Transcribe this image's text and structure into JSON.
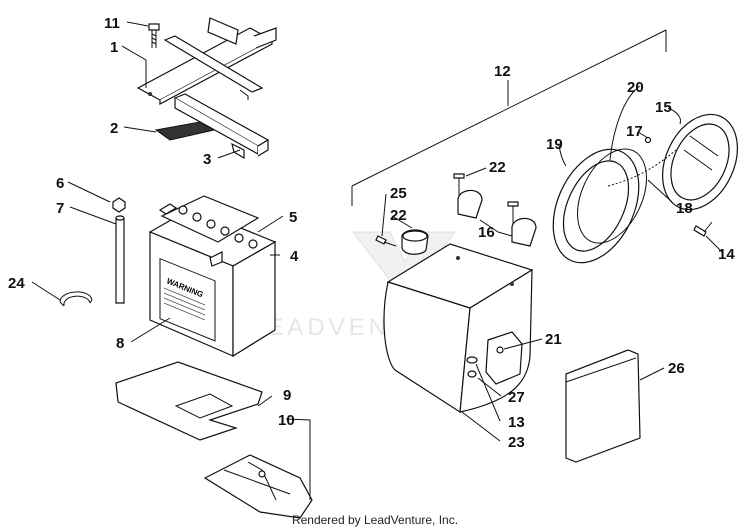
{
  "watermark": {
    "text": "LEADVENTURE"
  },
  "battery_label": "WARNING",
  "credit": "Rendered by LeadVenture, Inc.",
  "callouts": [
    "11",
    "1",
    "2",
    "3",
    "6",
    "7",
    "5",
    "4",
    "24",
    "8",
    "9",
    "10",
    "12",
    "20",
    "15",
    "17",
    "22",
    "19",
    "25",
    "22",
    "23",
    "16",
    "18",
    "14",
    "21",
    "26",
    "27",
    "13"
  ]
}
